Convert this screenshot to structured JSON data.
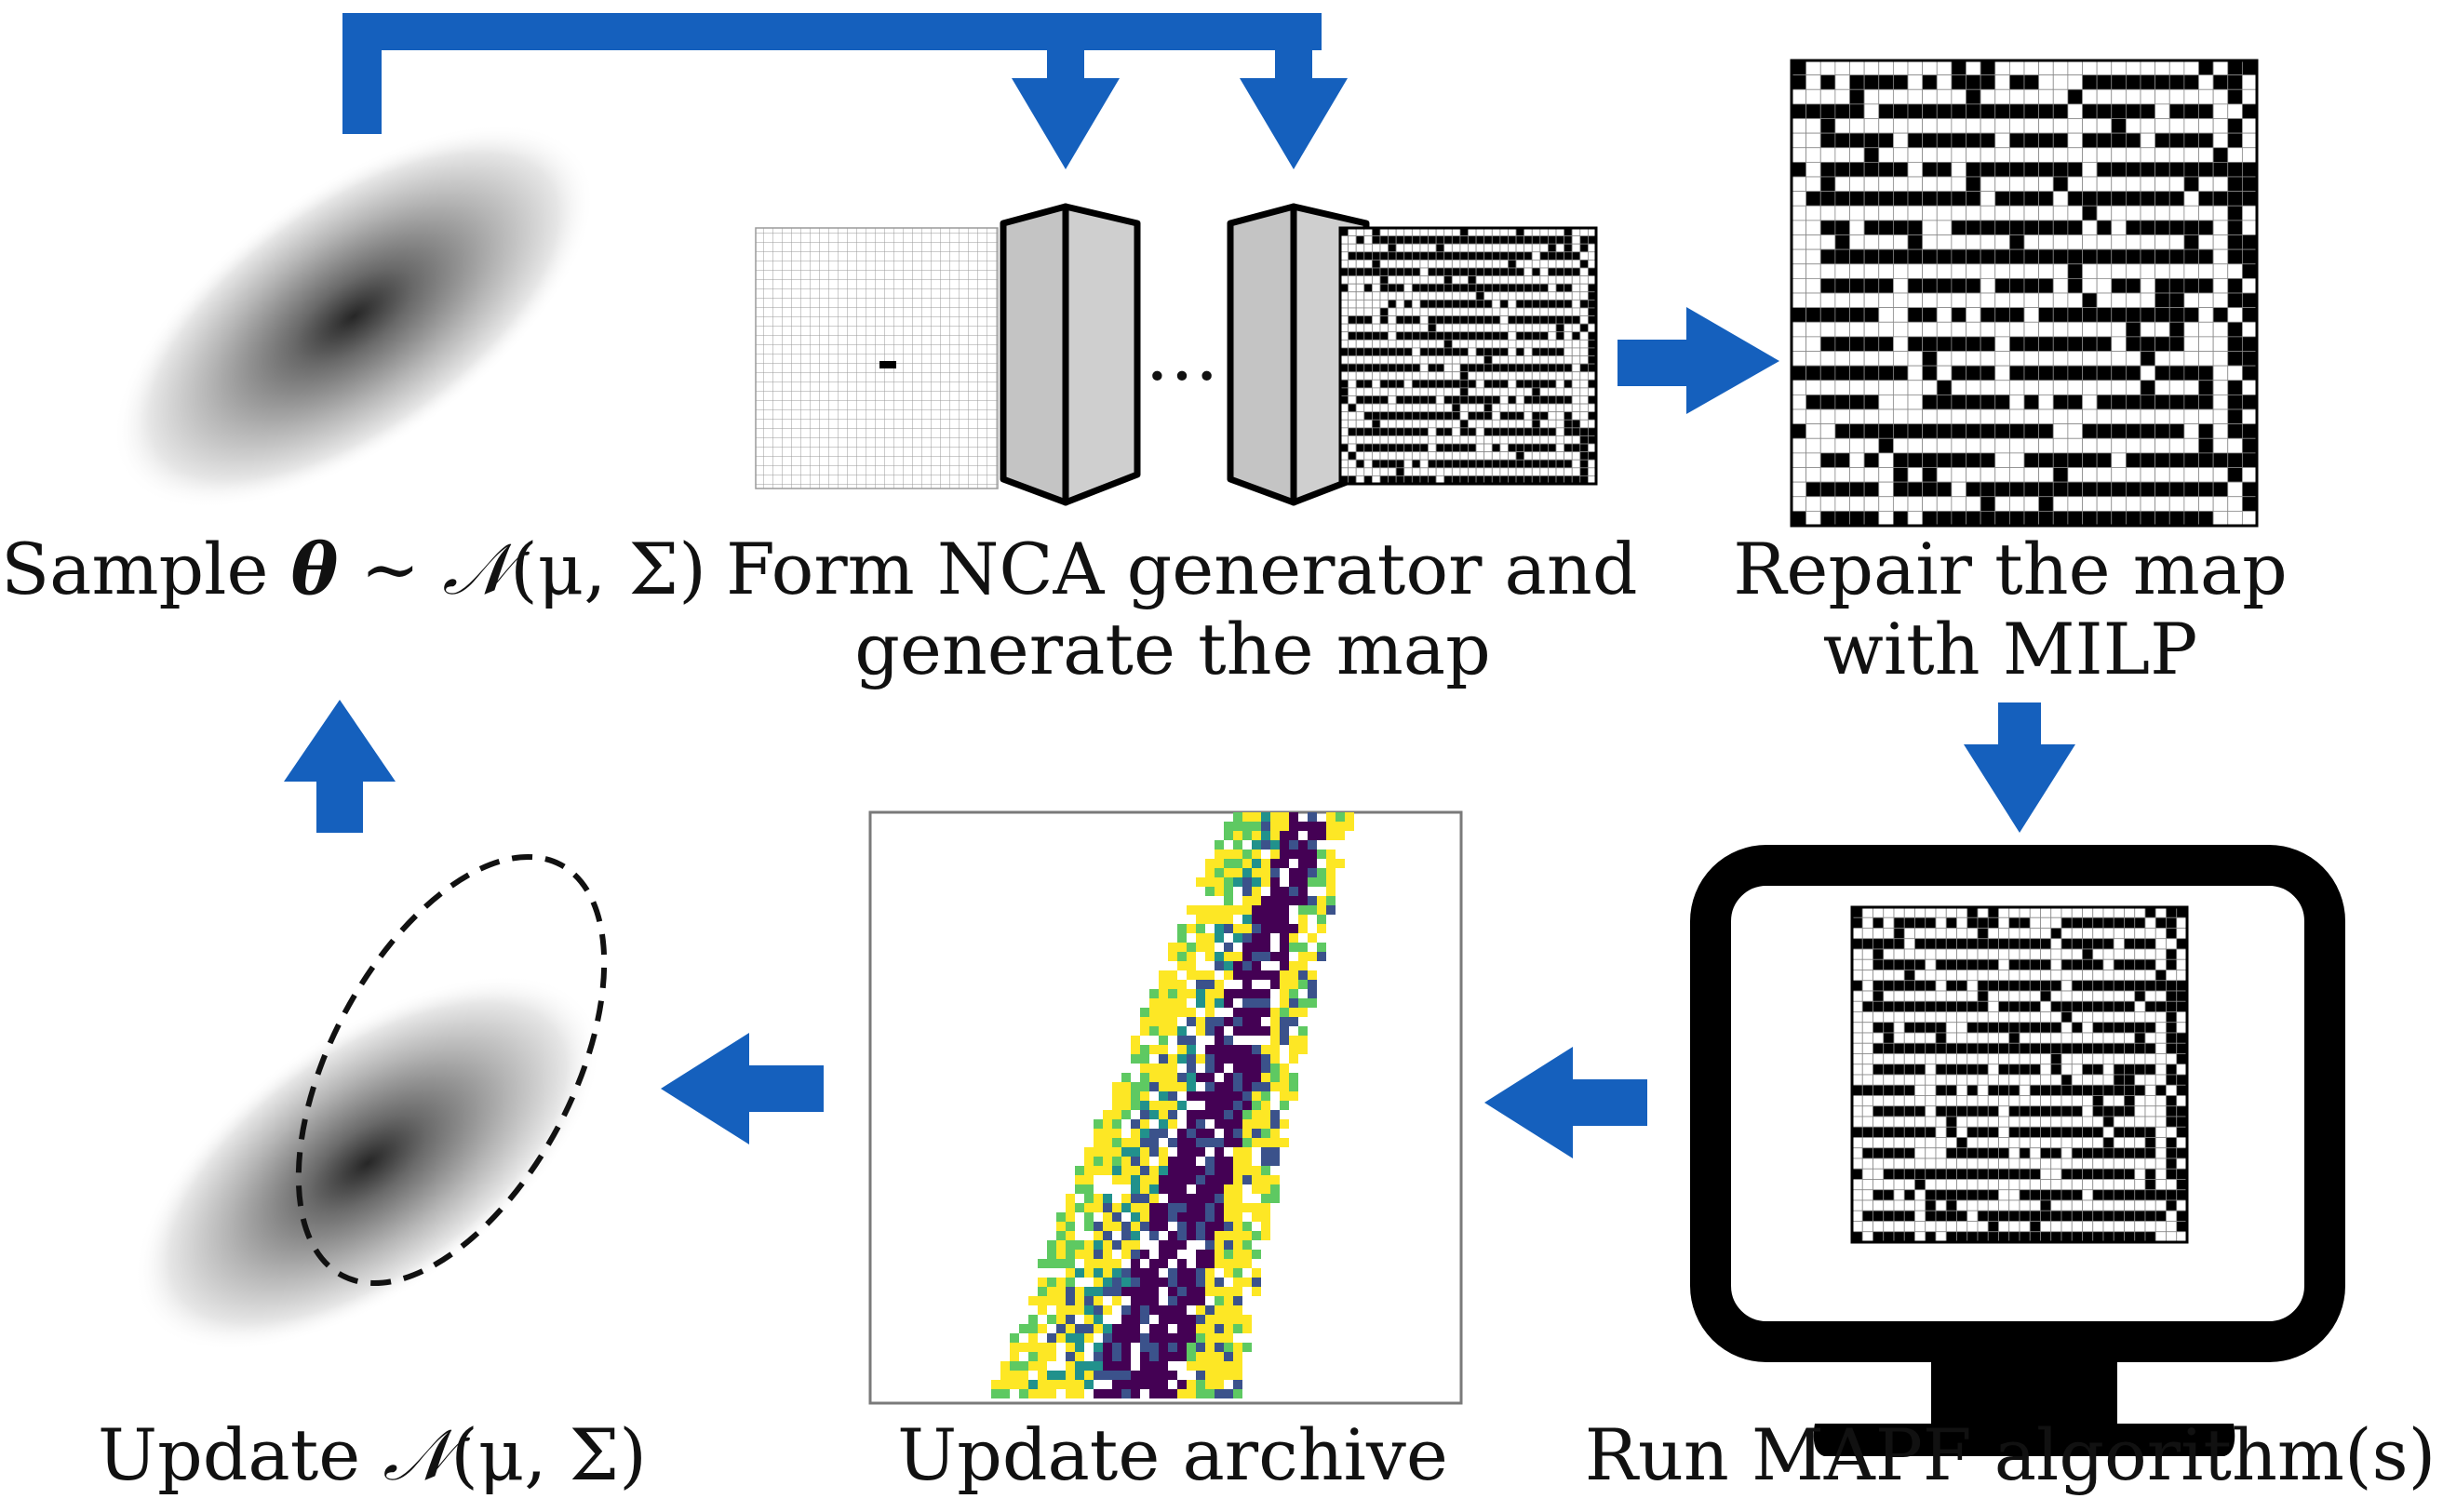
{
  "colors": {
    "arrow": "#1560BD",
    "wall": "#000000",
    "floor": "#ffffff",
    "block_fill": "#c8c8c8",
    "archive_palette": [
      "#440154",
      "#3b528b",
      "#21918c",
      "#5ec962",
      "#fde725"
    ]
  },
  "icons": [
    "gaussian-blob",
    "nca-block",
    "grid-map",
    "monitor",
    "archive-heatmap",
    "dashed-ellipse",
    "arrow"
  ],
  "steps": {
    "sample": {
      "prefix": "Sample ",
      "theta": "θ",
      "mid": " ∼ ",
      "dist": "𝒩",
      "args": "(μ, Σ)"
    },
    "form": {
      "line1": "Form NCA generator and",
      "line2": "generate the map"
    },
    "ellipsis": "…",
    "repair": {
      "line1": "Repair the map",
      "line2": "with MILP"
    },
    "run": {
      "line1": "Run MAPF algorithm(s)"
    },
    "archive": {
      "line1": "Update archive"
    },
    "update": {
      "prefix": "Update ",
      "dist": "𝒩",
      "args": "(μ, Σ)"
    }
  }
}
